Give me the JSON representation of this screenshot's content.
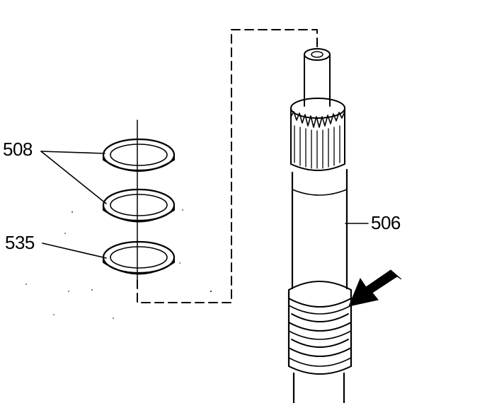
{
  "labels": {
    "part_508": "508",
    "part_535": "535",
    "part_506": "506"
  },
  "colors": {
    "ink": "#000000",
    "background": "#ffffff"
  },
  "icons": {
    "direction_arrow": "arrow-pointing-left-down"
  }
}
